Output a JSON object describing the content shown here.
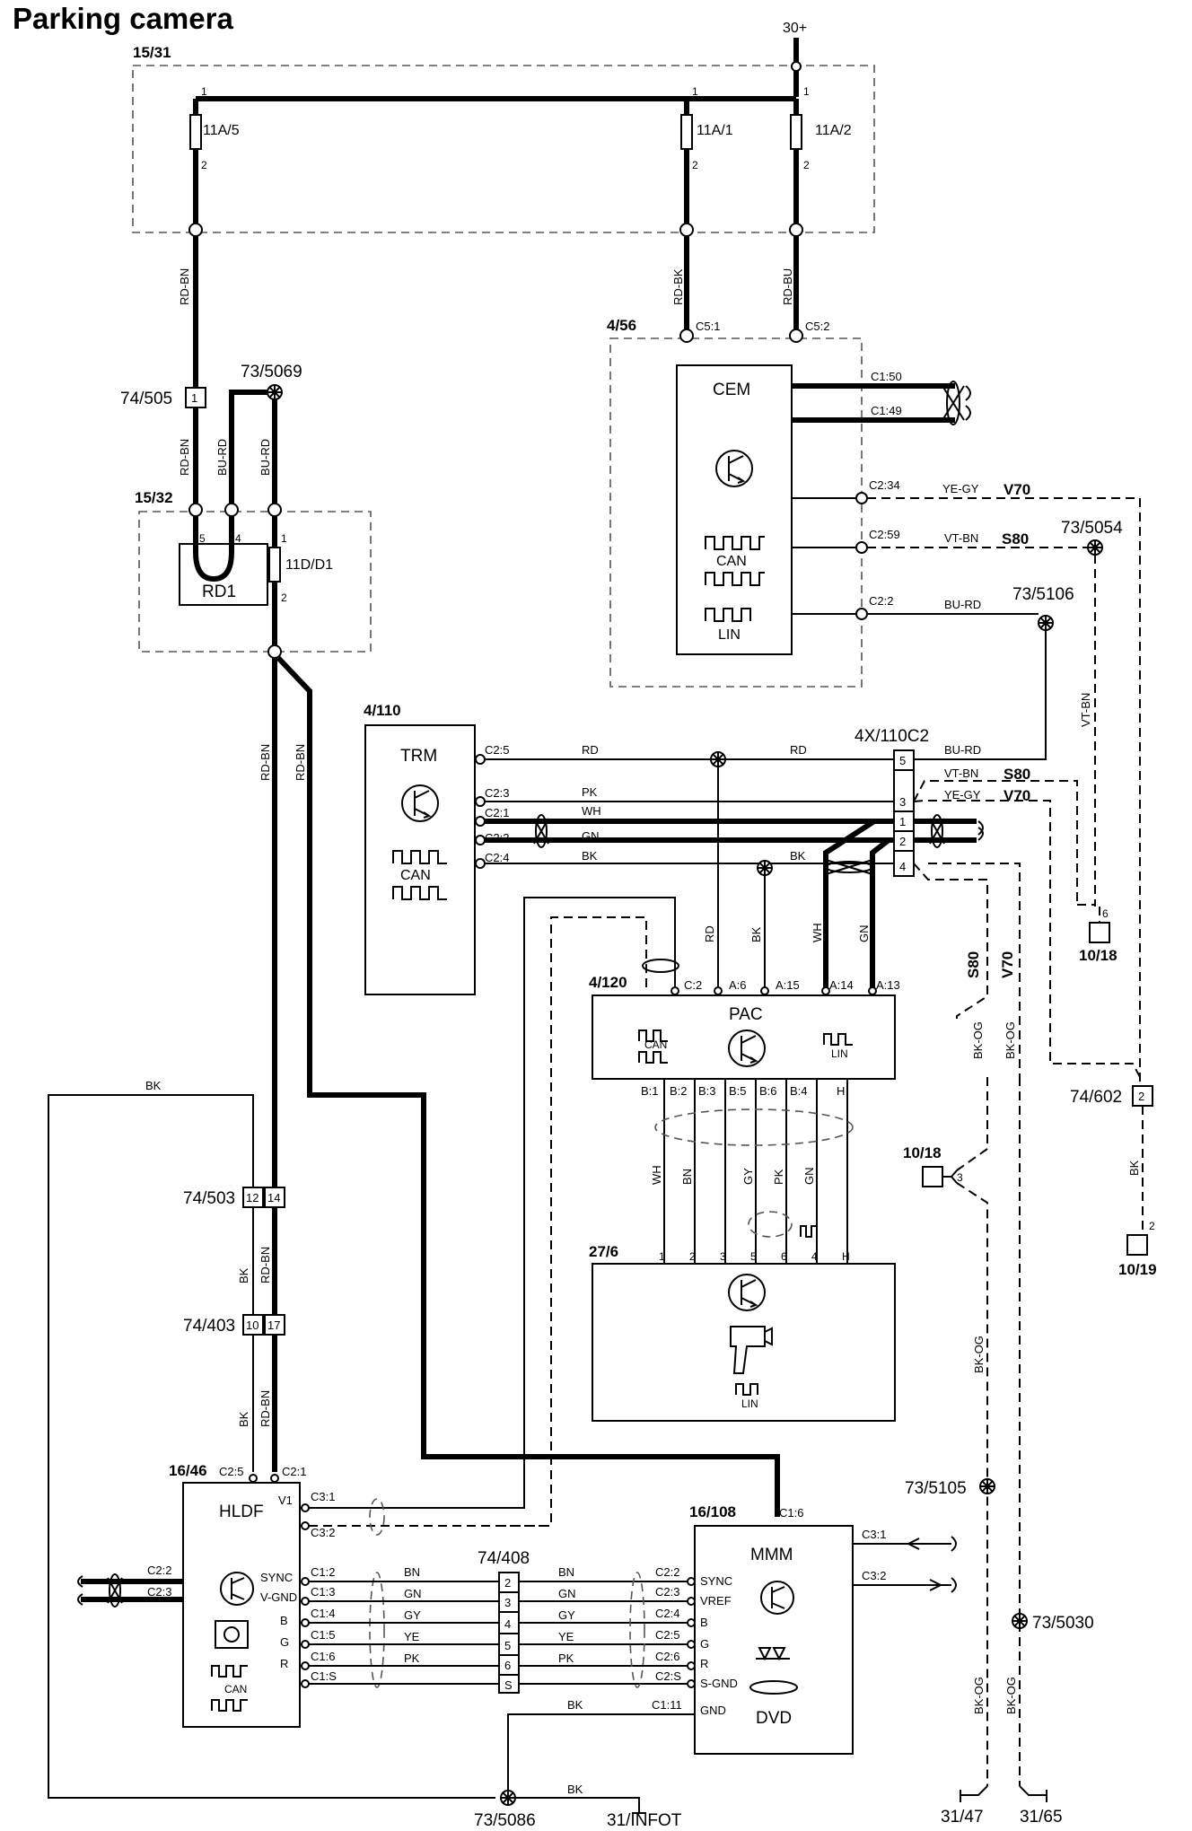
{
  "title": "Parking camera",
  "supply": "30+",
  "groups": {
    "fusebox1": "15/31",
    "fusebox2": "15/32",
    "cem_box": "4/56",
    "trm_box": "4/110",
    "pac_box": "4/120",
    "camera_box": "27/6",
    "hldf_box": "16/46",
    "mmm_box": "16/108"
  },
  "fuses": {
    "f1": "11A/5",
    "f2": "11A/1",
    "f3": "11A/2",
    "f4": "11D/D1",
    "relay": "RD1"
  },
  "modules": {
    "cem": "CEM",
    "trm": "TRM",
    "pac": "PAC",
    "hldf": "HLDF",
    "mmm": "MMM",
    "dvd": "DVD",
    "can": "CAN",
    "lin": "LIN"
  },
  "connectors": {
    "c74_505": "74/505",
    "c73_5069": "73/5069",
    "c73_5054": "73/5054",
    "c73_5106": "73/5106",
    "c4x_110c2": "4X/110C2",
    "c10_18a": "10/18",
    "c10_18b": "10/18",
    "c74_602": "74/602",
    "c10_19": "10/19",
    "c74_503": "74/503",
    "c74_403": "74/403",
    "c73_5105": "73/5105",
    "c73_5030": "73/5030",
    "c74_408": "74/408",
    "c73_5086": "73/5086",
    "g31_infot": "31/INFOT",
    "g31_47": "31/47",
    "g31_65": "31/65"
  },
  "wires": {
    "rd_bn": "RD-BN",
    "rd_bk": "RD-BK",
    "rd_bu": "RD-BU",
    "bu_rd": "BU-RD",
    "ye_gy": "YE-GY",
    "vt_bn": "VT-BN",
    "rd": "RD",
    "pk": "PK",
    "wh": "WH",
    "gn": "GN",
    "bk": "BK",
    "bn": "BN",
    "gy": "GY",
    "ye": "YE",
    "bk_og": "BK-OG"
  },
  "variants": {
    "v70": "V70",
    "s80": "S80"
  },
  "pins": {
    "cem_c5_1": "C5:1",
    "cem_c5_2": "C5:2",
    "cem_c1_50": "C1:50",
    "cem_c1_49": "C1:49",
    "cem_c2_34": "C2:34",
    "cem_c2_59": "C2:59",
    "cem_c2_2": "C2:2",
    "trm_c2_5": "C2:5",
    "trm_c2_3": "C2:3",
    "trm_c2_1": "C2:1",
    "trm_c2_2": "C2:2",
    "trm_c2_4": "C2:4",
    "pac_c2": "C:2",
    "pac_a6": "A:6",
    "pac_a15": "A:15",
    "pac_a14": "A:14",
    "pac_a13": "A:13",
    "pac_b1": "B:1",
    "pac_b2": "B:2",
    "pac_b3": "B:3",
    "pac_b5": "B:5",
    "pac_b6": "B:6",
    "pac_b4": "B:4",
    "pac_h": "H",
    "hldf_c2_5": "C2:5",
    "hldf_c2_1": "C2:1",
    "hldf_v1": "V1",
    "hldf_c3_1": "C3:1",
    "hldf_c3_2": "C3:2",
    "hldf_c2_2": "C2:2",
    "hldf_c2_3": "C2:3",
    "hldf_c1_2": "C1:2",
    "hldf_c1_3": "C1:3",
    "hldf_c1_4": "C1:4",
    "hldf_c1_5": "C1:5",
    "hldf_c1_6": "C1:6",
    "hldf_c1_s": "C1:S",
    "hldf_sync": "SYNC",
    "hldf_vgnd": "V-GND",
    "hldf_b": "B",
    "hldf_g": "G",
    "hldf_r": "R",
    "mmm_c1_6": "C1:6",
    "mmm_c3_1": "C3:1",
    "mmm_c3_2": "C3:2",
    "mmm_c2_2": "C2:2",
    "mmm_c2_3": "C2:3",
    "mmm_c2_4": "C2:4",
    "mmm_c2_5": "C2:5",
    "mmm_c2_6": "C2:6",
    "mmm_c2_s": "C2:S",
    "mmm_c1_11": "C1:11",
    "mmm_sync": "SYNC",
    "mmm_vref": "VREF",
    "mmm_b": "B",
    "mmm_g": "G",
    "mmm_r": "R",
    "mmm_sgnd": "S-GND",
    "mmm_gnd": "GND",
    "n1": "1",
    "n2": "2",
    "n3": "3",
    "n4": "4",
    "n5": "5",
    "n6": "6",
    "n10": "10",
    "n12": "12",
    "n14": "14",
    "n17": "17",
    "h": "H",
    "s": "S"
  }
}
